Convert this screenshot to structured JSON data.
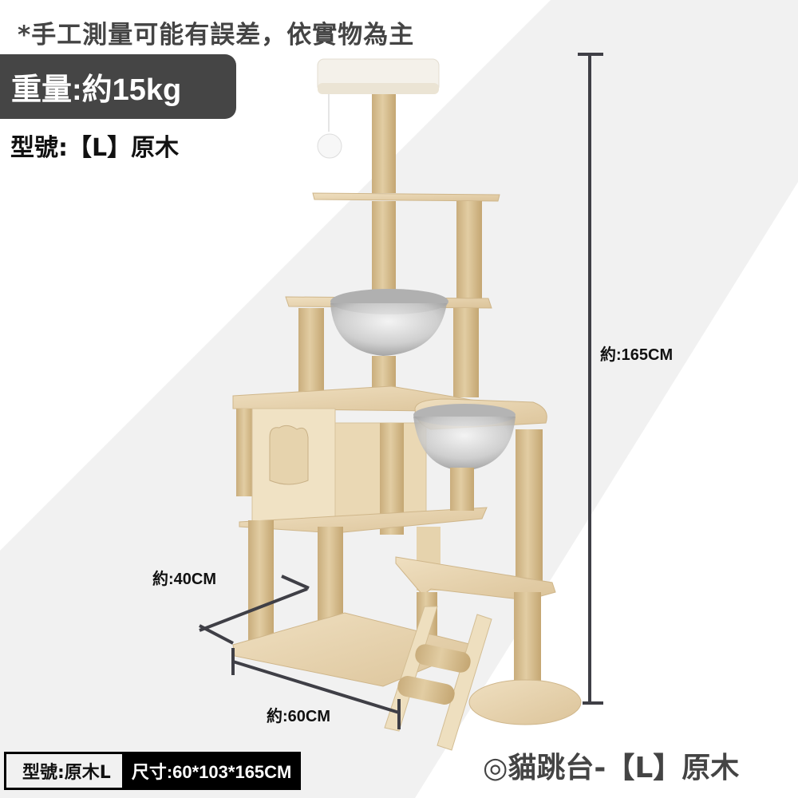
{
  "colors": {
    "background": "#ffffff",
    "band": "#f1f1f1",
    "badge_bg": "#454545",
    "dimension_line": "#3f3f46",
    "text_dark": "#111111",
    "text_gray": "#444444",
    "wood": "#e7d3ad",
    "sisal": "#d6bf93"
  },
  "header": {
    "disclaimer": "*手工測量可能有誤差，依實物為主",
    "weight": "重量:約15kg",
    "model": "型號:【L】原木"
  },
  "dimensions": {
    "height": "約:165CM",
    "depth": "約:40CM",
    "width": "約:60CM"
  },
  "footer": {
    "model_label": "型號:原木L",
    "size_label": "尺寸:60*103*165CM",
    "product_title": "◎貓跳台-【L】原木"
  },
  "product": {
    "name": "cat tree",
    "parts": [
      "plush top bed",
      "hanging pompom toy",
      "sisal posts",
      "platforms",
      "space capsule bowls",
      "condo house",
      "ladder",
      "round base"
    ]
  }
}
